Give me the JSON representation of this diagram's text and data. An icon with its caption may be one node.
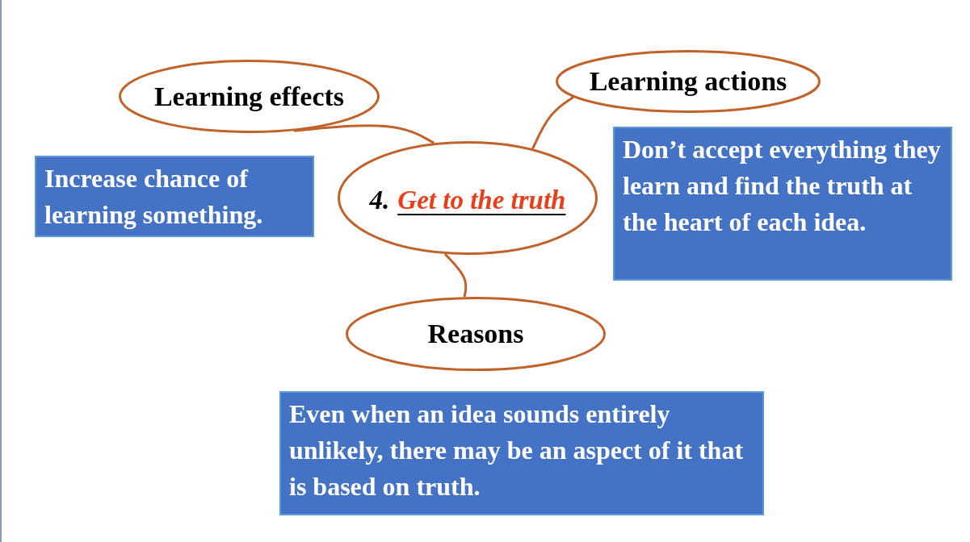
{
  "diagram": {
    "nodes": [
      {
        "text": [
          "Learning effects"
        ]
      },
      {
        "text": [
          "Learning actions"
        ]
      },
      {
        "text": [
          "Increase chance of learning something."
        ]
      },
      {
        "text": [
          "4.",
          "Get to the truth"
        ]
      },
      {
        "text": [
          "Don’t accept everything they learn and find the truth at the heart of each idea."
        ]
      },
      {
        "text": [
          "Reasons"
        ]
      },
      {
        "text": [
          "Even when an idea sounds entirely unlikely, there may be an aspect of it that is based on truth."
        ]
      }
    ],
    "edges": [
      {
        "from": 3,
        "to": 0,
        "arrow": "none"
      },
      {
        "from": 3,
        "to": 1,
        "arrow": "none"
      },
      {
        "from": 3,
        "to": 5,
        "arrow": "none"
      }
    ]
  }
}
